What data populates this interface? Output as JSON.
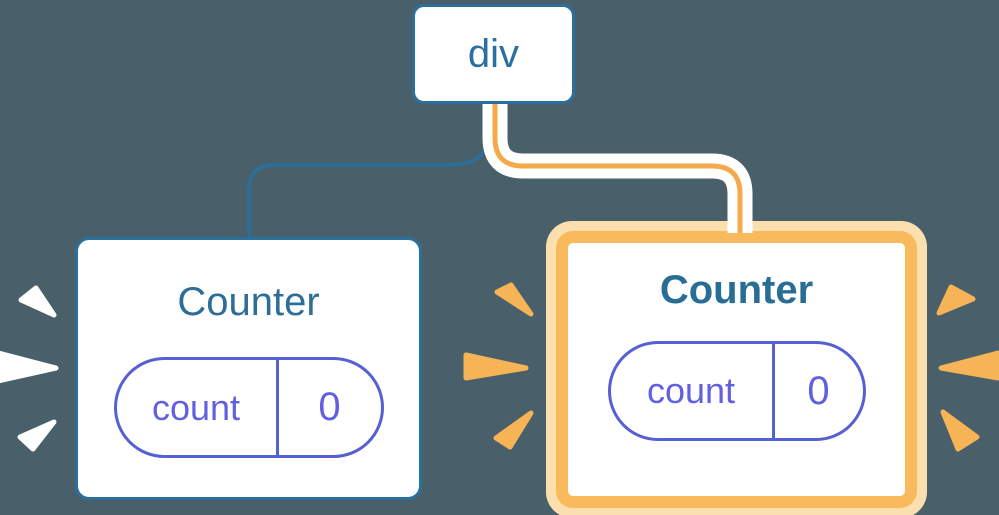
{
  "diagram": {
    "root": {
      "label": "div"
    },
    "children": [
      {
        "title": "Counter",
        "state": {
          "key": "count",
          "value": "0"
        },
        "highlighted": false
      },
      {
        "title": "Counter",
        "state": {
          "key": "count",
          "value": "0"
        },
        "highlighted": true
      }
    ]
  },
  "colors": {
    "background": "#49606B",
    "node_blue": "#2B6F9C",
    "title_blue": "#2E6E96",
    "title_blue_bold": "#276D94",
    "pill_indigo_border": "#5560D2",
    "pill_indigo_text": "#6060E0",
    "highlight_orange": "#F8BA5C",
    "highlight_peach": "#FCDFAE",
    "connector_orange": "#F5A94B",
    "spark_orange": "#F7B457",
    "spark_white": "#FFFFFF"
  }
}
